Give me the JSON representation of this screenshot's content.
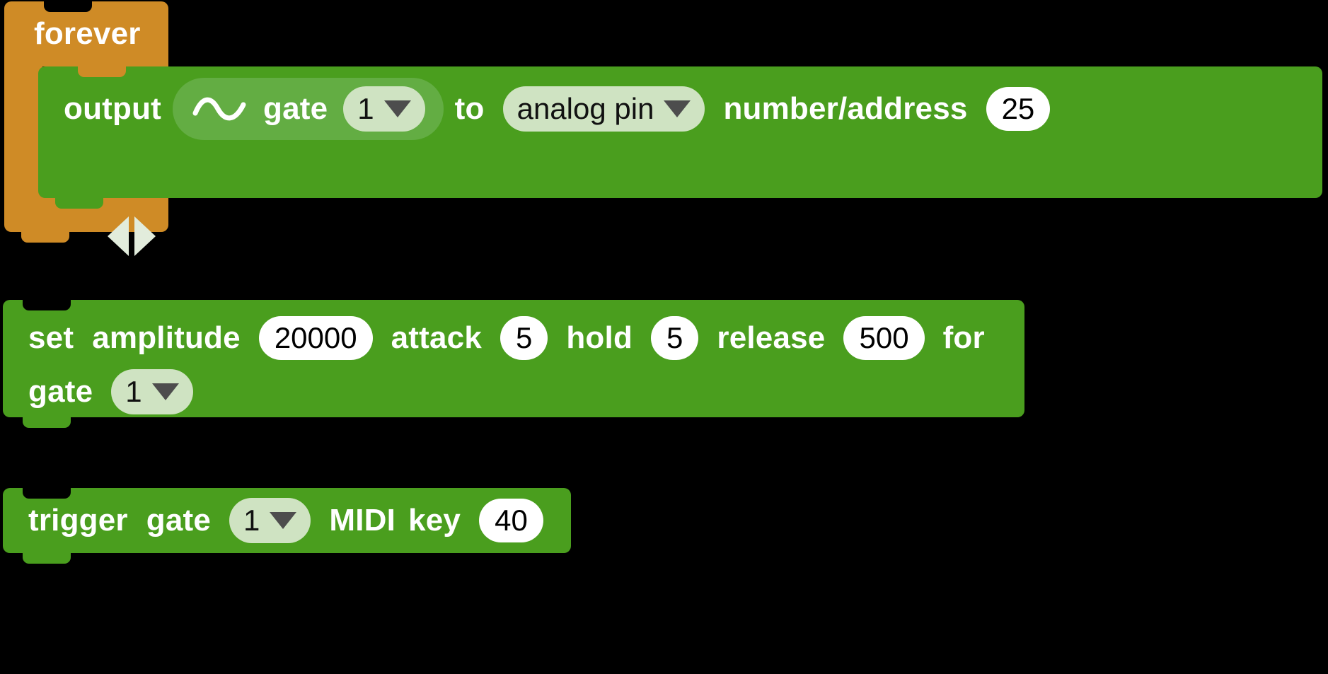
{
  "theme": {
    "background": "#000000",
    "control_block_color": "#cf8b26",
    "action_block_color": "#4a9e1e",
    "reporter_block_color": "#63ad43",
    "dropdown_field_color": "#cfe3c2",
    "number_field_color": "#ffffff",
    "label_text_color": "#ffffff",
    "field_text_color": "#000000",
    "caret_color": "#4d4d4d",
    "arrow_color": "#e2ecdc"
  },
  "blocks": [
    {
      "id": "forever",
      "kind": "c-block",
      "label": "forever"
    },
    {
      "id": "output",
      "kind": "stack-block",
      "label_1": "output",
      "wave_icon": "sine-wave-icon",
      "gate_label": "gate",
      "gate_value": "1",
      "to_label": "to",
      "target_value": "analog pin",
      "number_label": "number/address",
      "number_value": "25",
      "expand_left_icon": "triangle-left-icon",
      "expand_right_icon": "triangle-right-icon"
    },
    {
      "id": "set-amplitude",
      "kind": "stack-block",
      "set_label": "set",
      "amplitude_label": "amplitude",
      "amplitude_value": "20000",
      "attack_label": "attack",
      "attack_value": "5",
      "hold_label": "hold",
      "hold_value": "5",
      "release_label": "release",
      "release_value": "500",
      "for_label": "for",
      "gate_label": "gate",
      "gate_value": "1"
    },
    {
      "id": "trigger",
      "kind": "stack-block",
      "trigger_label": "trigger",
      "gate_label": "gate",
      "gate_value": "1",
      "midi_label": "MIDI",
      "key_label": "key",
      "key_value": "40"
    }
  ]
}
